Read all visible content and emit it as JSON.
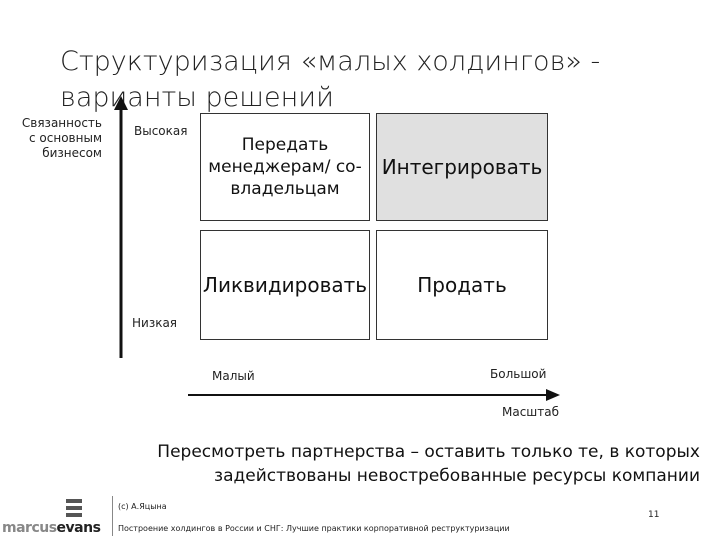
{
  "title": "Структуризация «малых холдингов» - варианты решений",
  "y_axis": {
    "label": "Связанность с основным бизнесом",
    "high": "Высокая",
    "low": "Низкая"
  },
  "x_axis": {
    "label": "Масштаб",
    "small": "Малый",
    "large": "Большой"
  },
  "matrix": {
    "top_left": "Передать менеджерам/ со-владельцам",
    "top_right": "Интегрировать",
    "bottom_left": "Ликвидировать",
    "bottom_right": "Продать",
    "highlight_color": "#e0e0e0"
  },
  "note": "Пересмотреть партнерства – оставить только те, в которых задействованы невостребованные ресурсы компании",
  "footer": {
    "copyright": "(c) А.Яцына",
    "caption": "Построение холдингов в России и СНГ: Лучшие практики корпоративной реструктуризации",
    "page_number": "11",
    "logo_text_a": "marcus",
    "logo_text_b": "evans"
  }
}
